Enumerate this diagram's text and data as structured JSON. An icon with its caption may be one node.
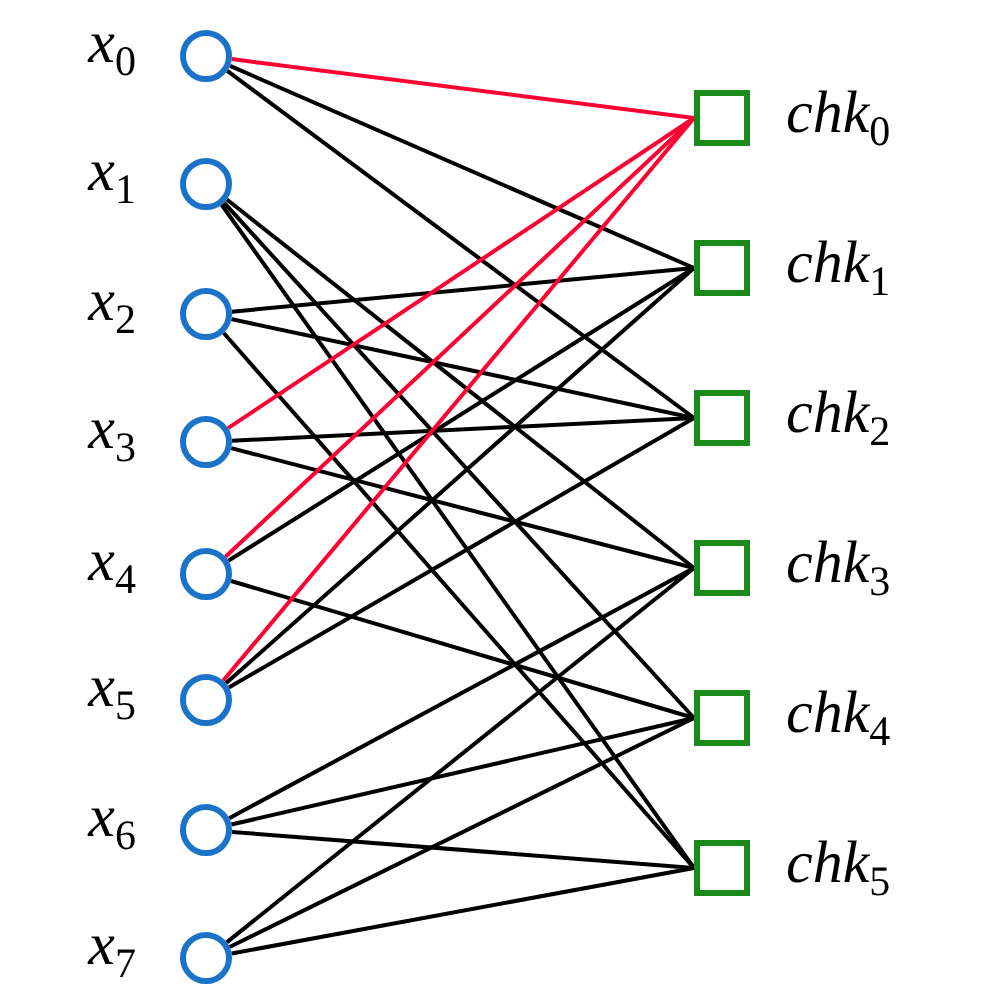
{
  "diagram": {
    "nodes": [
      {
        "text": [
          "*x*$_{0}$"
        ]
      },
      {
        "text": [
          "*x*$_{1}$"
        ]
      },
      {
        "text": [
          "*x*$_{2}$"
        ]
      },
      {
        "text": [
          "*x*$_{3}$"
        ]
      },
      {
        "text": [
          "*x*$_{4}$"
        ]
      },
      {
        "text": [
          "*x*$_{5}$"
        ]
      },
      {
        "text": [
          "*x*$_{6}$"
        ]
      },
      {
        "text": [
          "*x*$_{7}$"
        ]
      },
      {
        "text": [
          "*chk*$_{0}$"
        ]
      },
      {
        "text": [
          "*chk*$_{1}$"
        ]
      },
      {
        "text": [
          "*chk*$_{2}$"
        ]
      },
      {
        "text": [
          "*chk*$_{3}$"
        ]
      },
      {
        "text": [
          "*chk*$_{4}$"
        ]
      },
      {
        "text": [
          "*chk*$_{5}$"
        ]
      }
    ],
    "edges": [
      {
        "from": 0,
        "to": 8,
        "arrow": "none",
        "color": "#ff0033"
      },
      {
        "from": 0,
        "to": 9,
        "arrow": "none"
      },
      {
        "from": 0,
        "to": 10,
        "arrow": "none"
      },
      {
        "from": 1,
        "to": 11,
        "arrow": "none"
      },
      {
        "from": 1,
        "to": 12,
        "arrow": "none"
      },
      {
        "from": 1,
        "to": 13,
        "arrow": "none"
      },
      {
        "from": 2,
        "to": 9,
        "arrow": "none"
      },
      {
        "from": 2,
        "to": 10,
        "arrow": "none"
      },
      {
        "from": 2,
        "to": 13,
        "arrow": "none"
      },
      {
        "from": 3,
        "to": 8,
        "arrow": "none",
        "color": "#ff0033"
      },
      {
        "from": 3,
        "to": 10,
        "arrow": "none"
      },
      {
        "from": 3,
        "to": 11,
        "arrow": "none"
      },
      {
        "from": 4,
        "to": 8,
        "arrow": "none",
        "color": "#ff0033"
      },
      {
        "from": 4,
        "to": 9,
        "arrow": "none"
      },
      {
        "from": 4,
        "to": 12,
        "arrow": "none"
      },
      {
        "from": 5,
        "to": 8,
        "arrow": "none",
        "color": "#ff0033"
      },
      {
        "from": 5,
        "to": 9,
        "arrow": "none"
      },
      {
        "from": 5,
        "to": 10,
        "arrow": "none"
      },
      {
        "from": 6,
        "to": 11,
        "arrow": "none"
      },
      {
        "from": 6,
        "to": 12,
        "arrow": "none"
      },
      {
        "from": 6,
        "to": 13,
        "arrow": "none"
      },
      {
        "from": 7,
        "to": 11,
        "arrow": "none"
      },
      {
        "from": 7,
        "to": 12,
        "arrow": "none"
      },
      {
        "from": 7,
        "to": 13,
        "arrow": "none"
      }
    ]
  }
}
